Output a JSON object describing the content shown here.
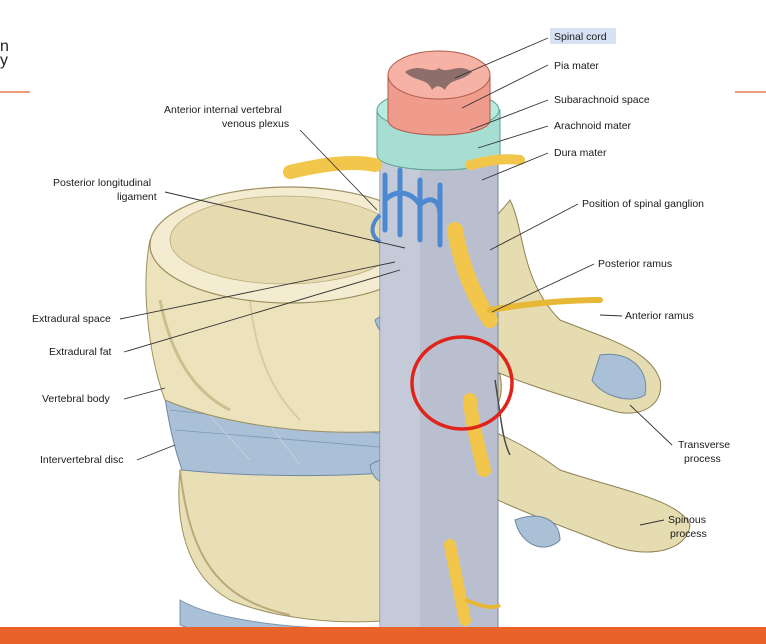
{
  "slide": {
    "cropped_title_line1": "n",
    "cropped_title_line2": "y"
  },
  "colors": {
    "accent_bar": "#e8622a",
    "highlight_circle": "#e0241b",
    "bone": "#ece3bd",
    "bone_shadow": "#c9bd8d",
    "disc": "#a9c0d6",
    "nerve": "#f1c64a",
    "dura": "#b9bfcf",
    "cord": "#ef9c8c",
    "vein": "#4c89d0",
    "label_highlight": "#d7e1f3"
  },
  "labels": {
    "spinal_cord": "Spinal cord",
    "pia_mater": "Pia mater",
    "subarachnoid_space": "Subarachnoid space",
    "arachnoid_mater": "Arachnoid mater",
    "dura_mater": "Dura mater",
    "position_spinal_ganglion": "Position of spinal ganglion",
    "posterior_ramus": "Posterior ramus",
    "anterior_ramus": "Anterior ramus",
    "transverse_process_1": "Transverse",
    "transverse_process_2": "process",
    "spinous_process_1": "Spinous",
    "spinous_process_2": "process",
    "anterior_internal_1": "Anterior internal vertebral",
    "anterior_internal_2": "venous plexus",
    "posterior_longitudinal_1": "Posterior longitudinal",
    "posterior_longitudinal_2": "ligament",
    "extradural_space": "Extradural space",
    "extradural_fat": "Extradural fat",
    "vertebral_body": "Vertebral body",
    "intervertebral_disc": "Intervertebral disc"
  }
}
